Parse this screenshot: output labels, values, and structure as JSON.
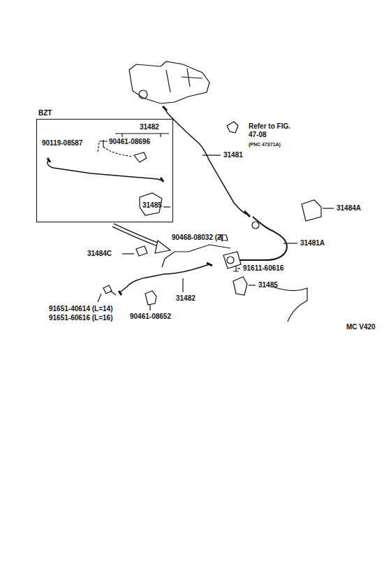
{
  "diagram": {
    "nodes": [
      {
        "text": [
          "BZT"
        ]
      }
    ],
    "labels": [
      "31482",
      "90119-08587",
      "90461-08696",
      "31485",
      "31481",
      "Refer to FIG. 47-08",
      "(PNC 47371A)",
      "31484A",
      "31481A",
      "90468-08032 (2)",
      "31484C",
      "91611-60616",
      "31485",
      "31482",
      "91651-40614 (L=14)",
      "91651-60616 (L=16)",
      "90461-08652",
      "MC V420"
    ]
  }
}
